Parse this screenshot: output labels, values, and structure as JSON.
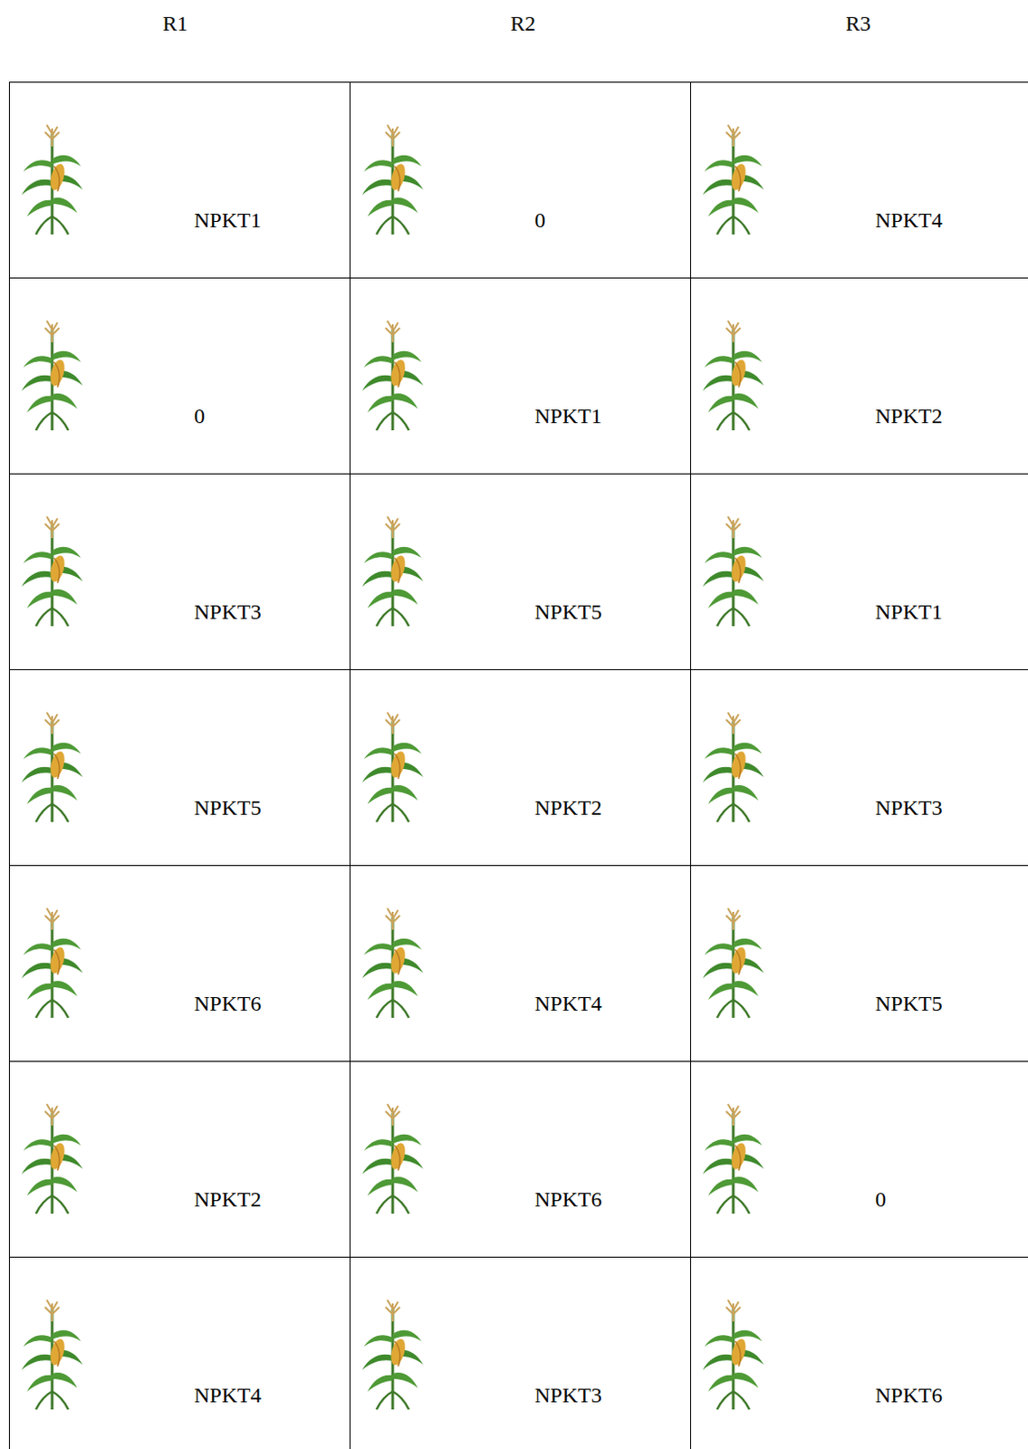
{
  "diagram": {
    "nodes": [
      {
        "text": [
          "NPKT1"
        ]
      },
      {
        "text": [
          "0"
        ]
      },
      {
        "text": [
          "NPKT4"
        ]
      },
      {
        "text": [
          "0"
        ]
      },
      {
        "text": [
          "NPKT1"
        ]
      },
      {
        "text": [
          "NPKT2"
        ]
      },
      {
        "text": [
          "NPKT3"
        ]
      },
      {
        "text": [
          "NPKT5"
        ]
      },
      {
        "text": [
          "NPKT1"
        ]
      },
      {
        "text": [
          "NPKT5"
        ]
      },
      {
        "text": [
          "NPKT2"
        ]
      },
      {
        "text": [
          "NPKT3"
        ]
      },
      {
        "text": [
          "NPKT6"
        ]
      },
      {
        "text": [
          "NPKT4"
        ]
      },
      {
        "text": [
          "NPKT5"
        ]
      },
      {
        "text": [
          "NPKT2"
        ]
      },
      {
        "text": [
          "NPKT6"
        ]
      },
      {
        "text": [
          "0"
        ]
      },
      {
        "text": [
          "NPKT4"
        ]
      },
      {
        "text": [
          "NPKT3"
        ]
      },
      {
        "text": [
          "NPKT6"
        ]
      }
    ],
    "labels": [
      "R1",
      "R2",
      "R3"
    ]
  }
}
